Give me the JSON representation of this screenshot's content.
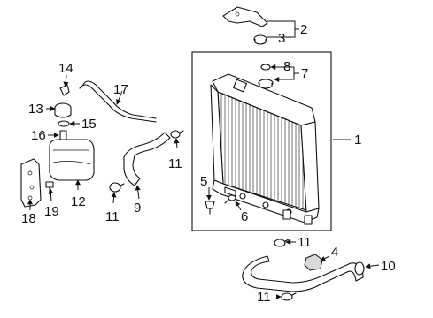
{
  "callouts": {
    "c1": "1",
    "c2": "2",
    "c3": "3",
    "c4": "4",
    "c5": "5",
    "c6": "6",
    "c7": "7",
    "c8": "8",
    "c9": "9",
    "c10": "10",
    "c11a": "11",
    "c11b": "11",
    "c11c": "11",
    "c11d": "11",
    "c12": "12",
    "c13": "13",
    "c14": "14",
    "c15": "15",
    "c16": "16",
    "c17": "17",
    "c18": "18",
    "c19": "19"
  }
}
